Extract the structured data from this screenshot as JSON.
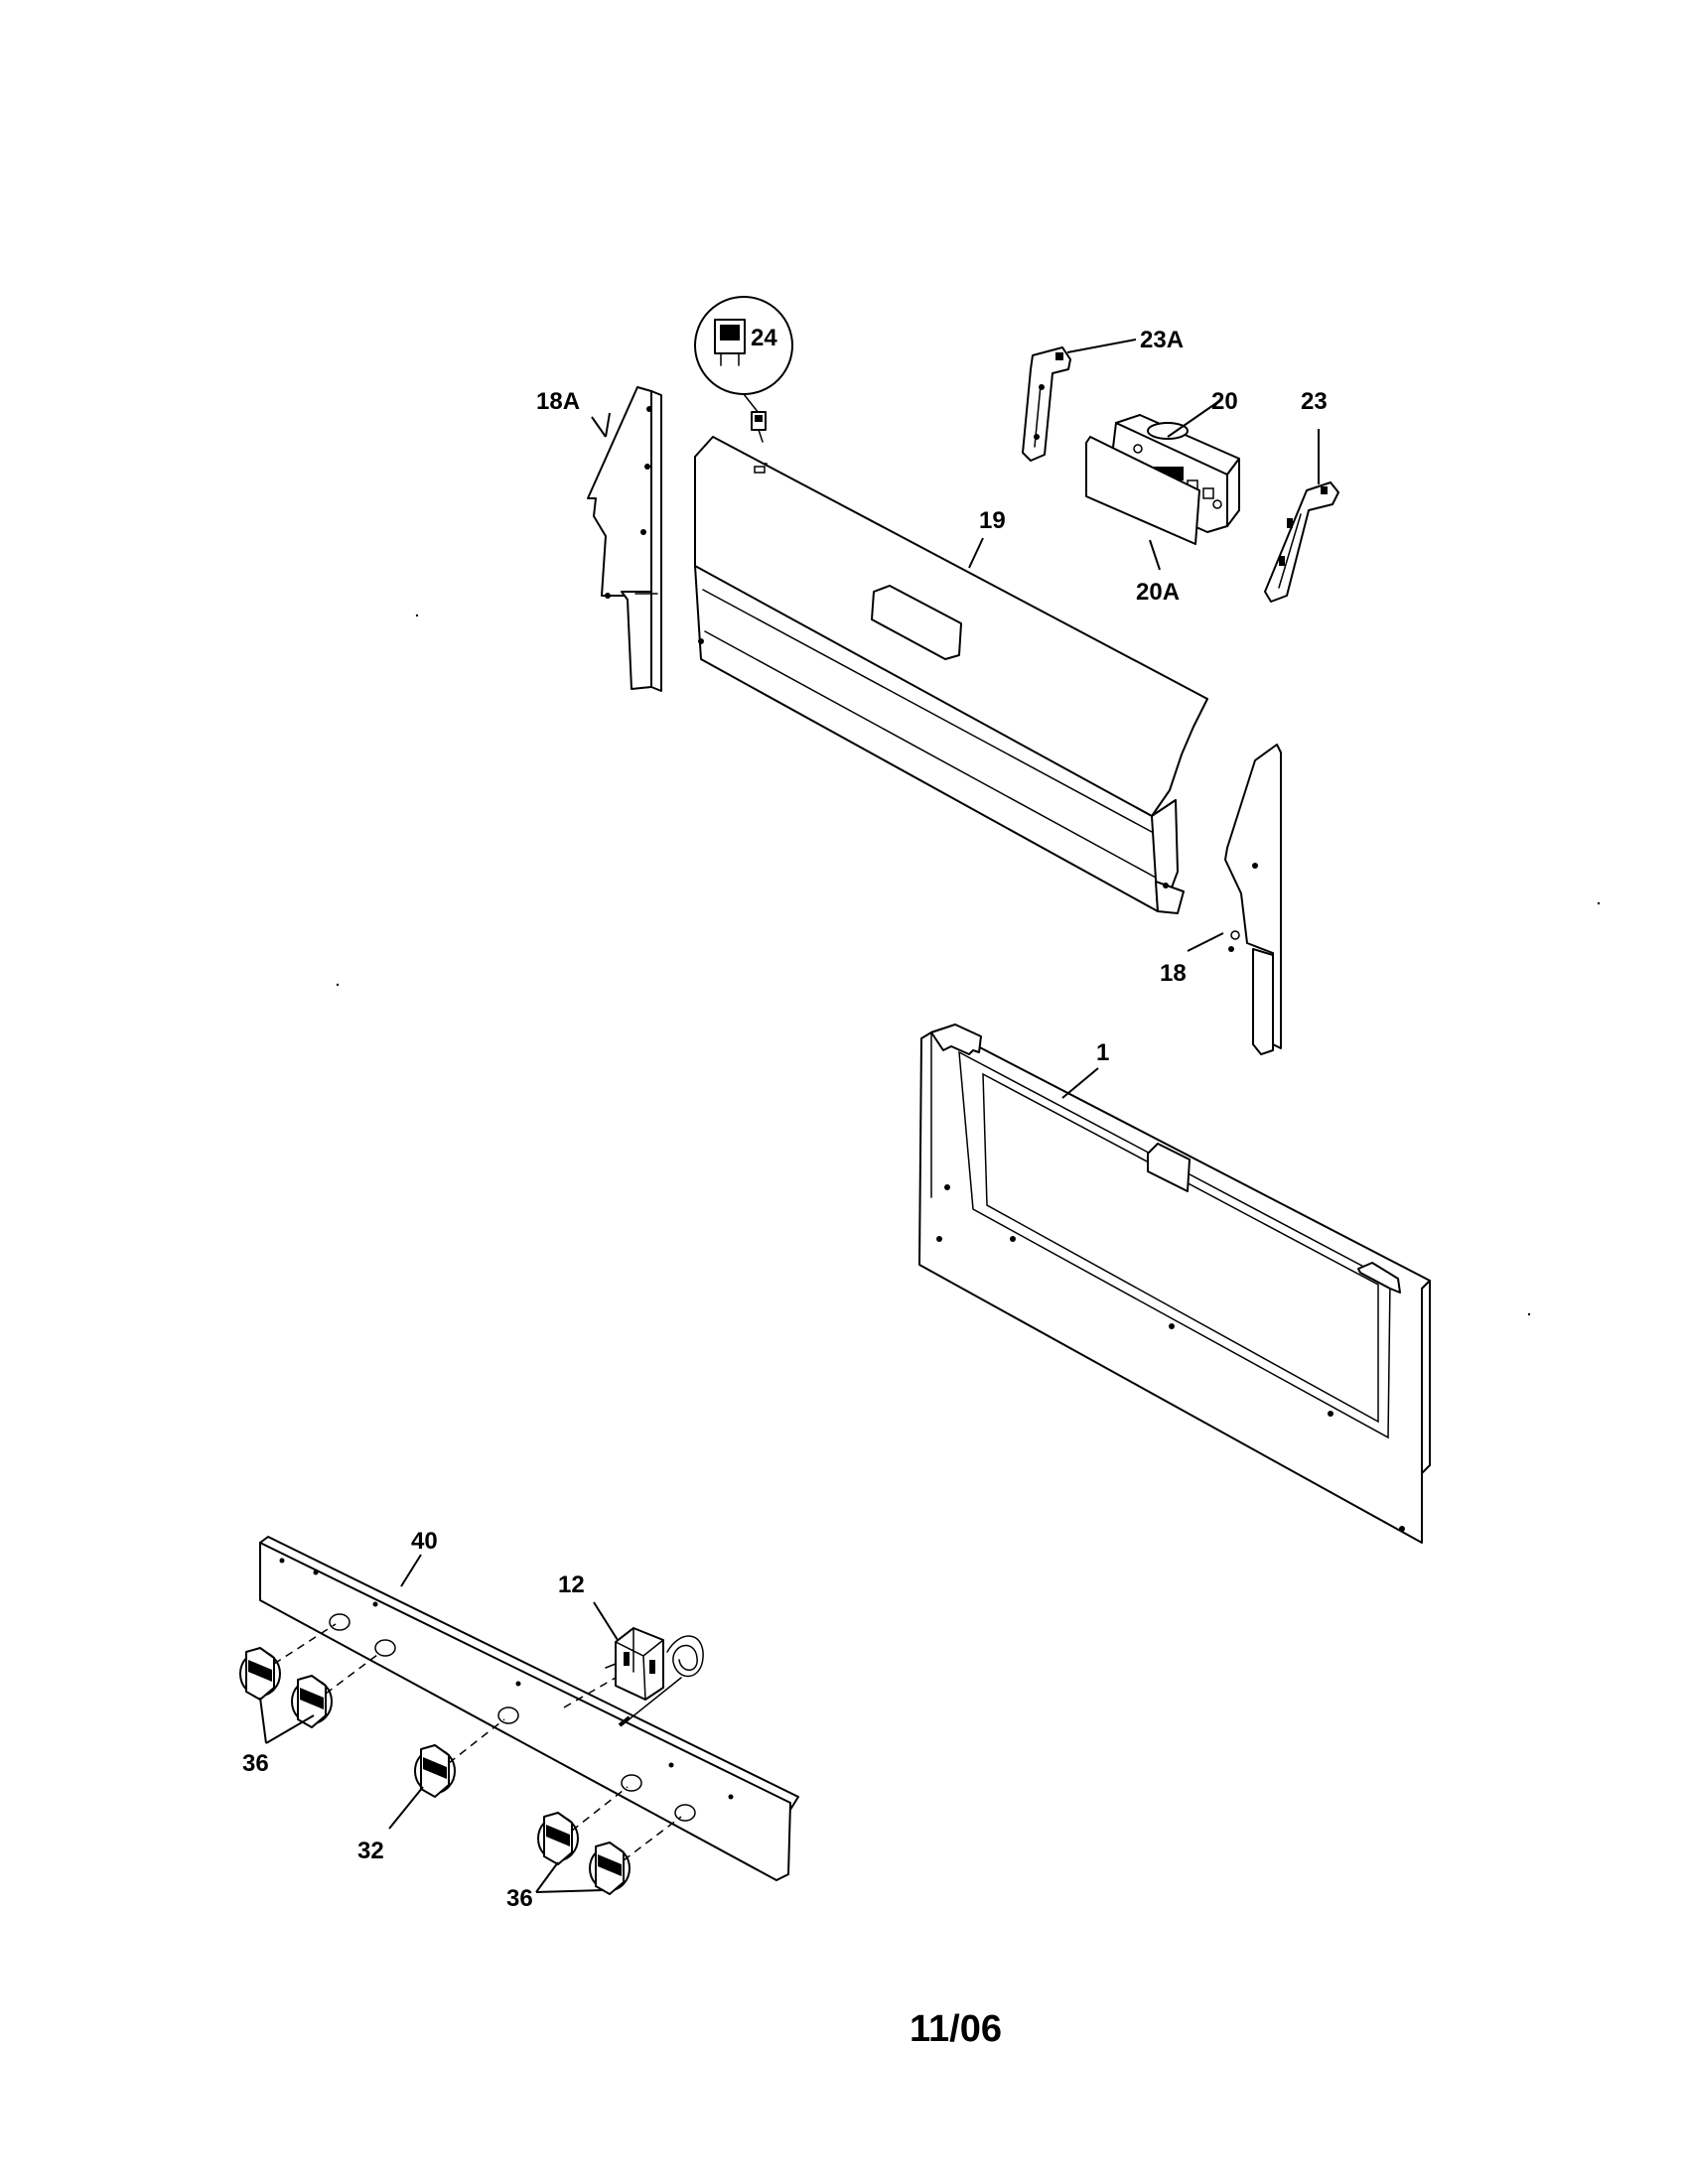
{
  "callouts": {
    "c24": "24",
    "c23A": "23A",
    "c20": "20",
    "c23": "23",
    "c18A": "18A",
    "c19": "19",
    "c20A": "20A",
    "c18": "18",
    "c1": "1",
    "c40": "40",
    "c12": "12",
    "c36a": "36",
    "c32": "32",
    "c36b": "36"
  },
  "footer": {
    "date": "11/06"
  }
}
